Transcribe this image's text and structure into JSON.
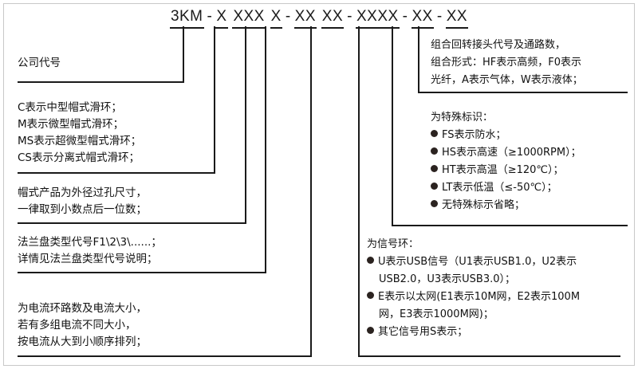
{
  "diagram": {
    "title_code": "3KM - X XXX X - XX XX - XXXX - XX - XX",
    "code_segments": [
      {
        "text": "3KM"
      },
      {
        "text": "X"
      },
      {
        "text": "XXX"
      },
      {
        "text": "X"
      },
      {
        "text": "XX"
      },
      {
        "text": "XX"
      },
      {
        "text": "XXXX"
      },
      {
        "text": "XX"
      },
      {
        "text": "XX"
      }
    ],
    "separator": "-"
  },
  "left_blocks": [
    {
      "id": "company-code",
      "lines": [
        "公司代号"
      ]
    },
    {
      "id": "slipring-type",
      "lines": [
        "C表示中型帽式滑环；",
        "M表示微型帽式滑环；",
        "MS表示超微型帽式滑环；",
        "CS表示分离式帽式滑环；"
      ]
    },
    {
      "id": "bore-size",
      "lines": [
        "帽式产品为外径过孔尺寸，",
        "一律取到小数点后一位数；"
      ]
    },
    {
      "id": "flange-type",
      "lines": [
        "法兰盘类型代号F1\\2\\3\\......；",
        "详情见法兰盘类型代号说明；"
      ]
    },
    {
      "id": "current-circuits",
      "lines": [
        "为电流环路数及电流大小，",
        "若有多组电流不同大小，",
        "按电流从大到小顺序排列；"
      ]
    }
  ],
  "right_blocks": [
    {
      "id": "rotary-joint",
      "lines": [
        {
          "text": "组合回转接头代号及通路数，",
          "bullet": false,
          "indent": false
        },
        {
          "text": "组合形式：HF表示高频，F0表示",
          "bullet": false,
          "indent": false
        },
        {
          "text": "光纤，A表示气体，W表示液体；",
          "bullet": false,
          "indent": false
        }
      ]
    },
    {
      "id": "special-marks",
      "lines": [
        {
          "text": "为特殊标识：",
          "bullet": false,
          "indent": false
        },
        {
          "text": "FS表示防水；",
          "bullet": true,
          "indent": false
        },
        {
          "text": "HS表示高速（≥1000RPM）；",
          "bullet": true,
          "indent": false
        },
        {
          "text": "HT表示高温（≥120℃）；",
          "bullet": true,
          "indent": false
        },
        {
          "text": "LT表示低温（≤-50℃）；",
          "bullet": true,
          "indent": false
        },
        {
          "text": "无特殊标示省略；",
          "bullet": true,
          "indent": false
        }
      ]
    },
    {
      "id": "signal-ring",
      "lines": [
        {
          "text": "为信号环：",
          "bullet": false,
          "indent": false
        },
        {
          "text": "U表示USB信号（U1表示USB1.0，U2表示",
          "bullet": true,
          "indent": false
        },
        {
          "text": "USB2.0，U3表示USB3.0）；",
          "bullet": false,
          "indent": true
        },
        {
          "text": "E表示以太网(E1表示10M网，E2表示100M",
          "bullet": true,
          "indent": false
        },
        {
          "text": "网，E3表示1000M网)；",
          "bullet": false,
          "indent": true
        },
        {
          "text": "其它信号用S表示；",
          "bullet": true,
          "indent": false
        }
      ]
    }
  ],
  "colors": {
    "line": "#1a1a1a",
    "text": "#111111",
    "bullet": "#2b2320",
    "frame": "#c8c8c8",
    "background": "#ffffff"
  }
}
